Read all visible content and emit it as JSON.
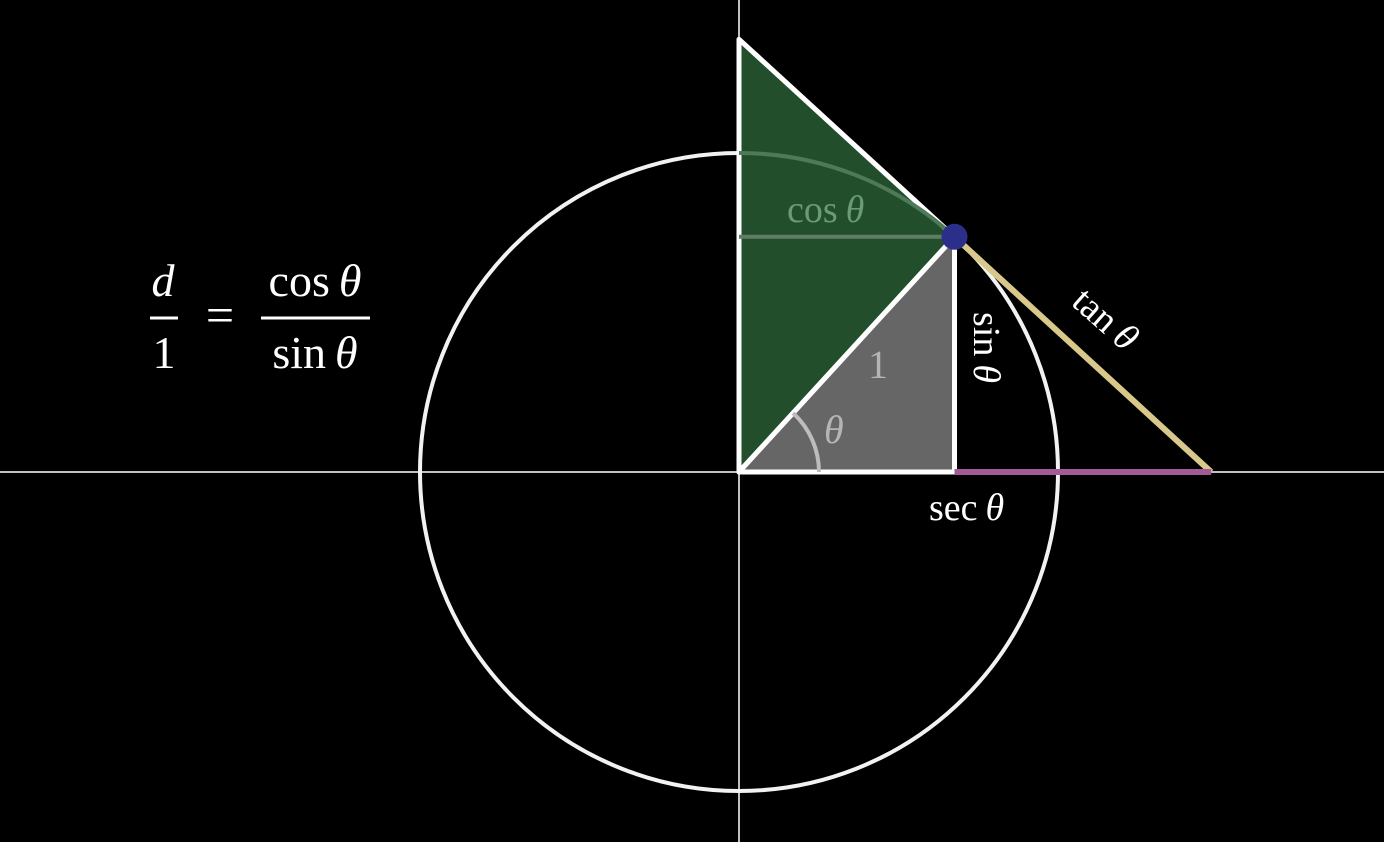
{
  "colors": {
    "background": "#000000",
    "axis": "#ffffff",
    "circle": "#f2f2f2",
    "green_fill": "#234e2c",
    "gray_fill": "#666666",
    "point": "#2b2f8a",
    "tan_segment": "#d8c98a",
    "sec_segment": "#a45a96",
    "faded_label": "#6a9b74",
    "angle_arc": "#bdbdbd"
  },
  "equation": {
    "lhs_numerator": "d",
    "lhs_denominator": "1",
    "equals": "=",
    "rhs_numerator_fn": "cos",
    "rhs_numerator_var": "θ",
    "rhs_denominator_fn": "sin",
    "rhs_denominator_var": "θ"
  },
  "labels": {
    "cos_fn": "cos",
    "cos_var": "θ",
    "sin_fn": "sin",
    "sin_var": "θ",
    "tan_fn": "tan",
    "tan_var": "θ",
    "sec_fn": "sec",
    "sec_var": "θ",
    "radius": "1",
    "angle": "θ"
  },
  "angle_degrees": 47.5
}
